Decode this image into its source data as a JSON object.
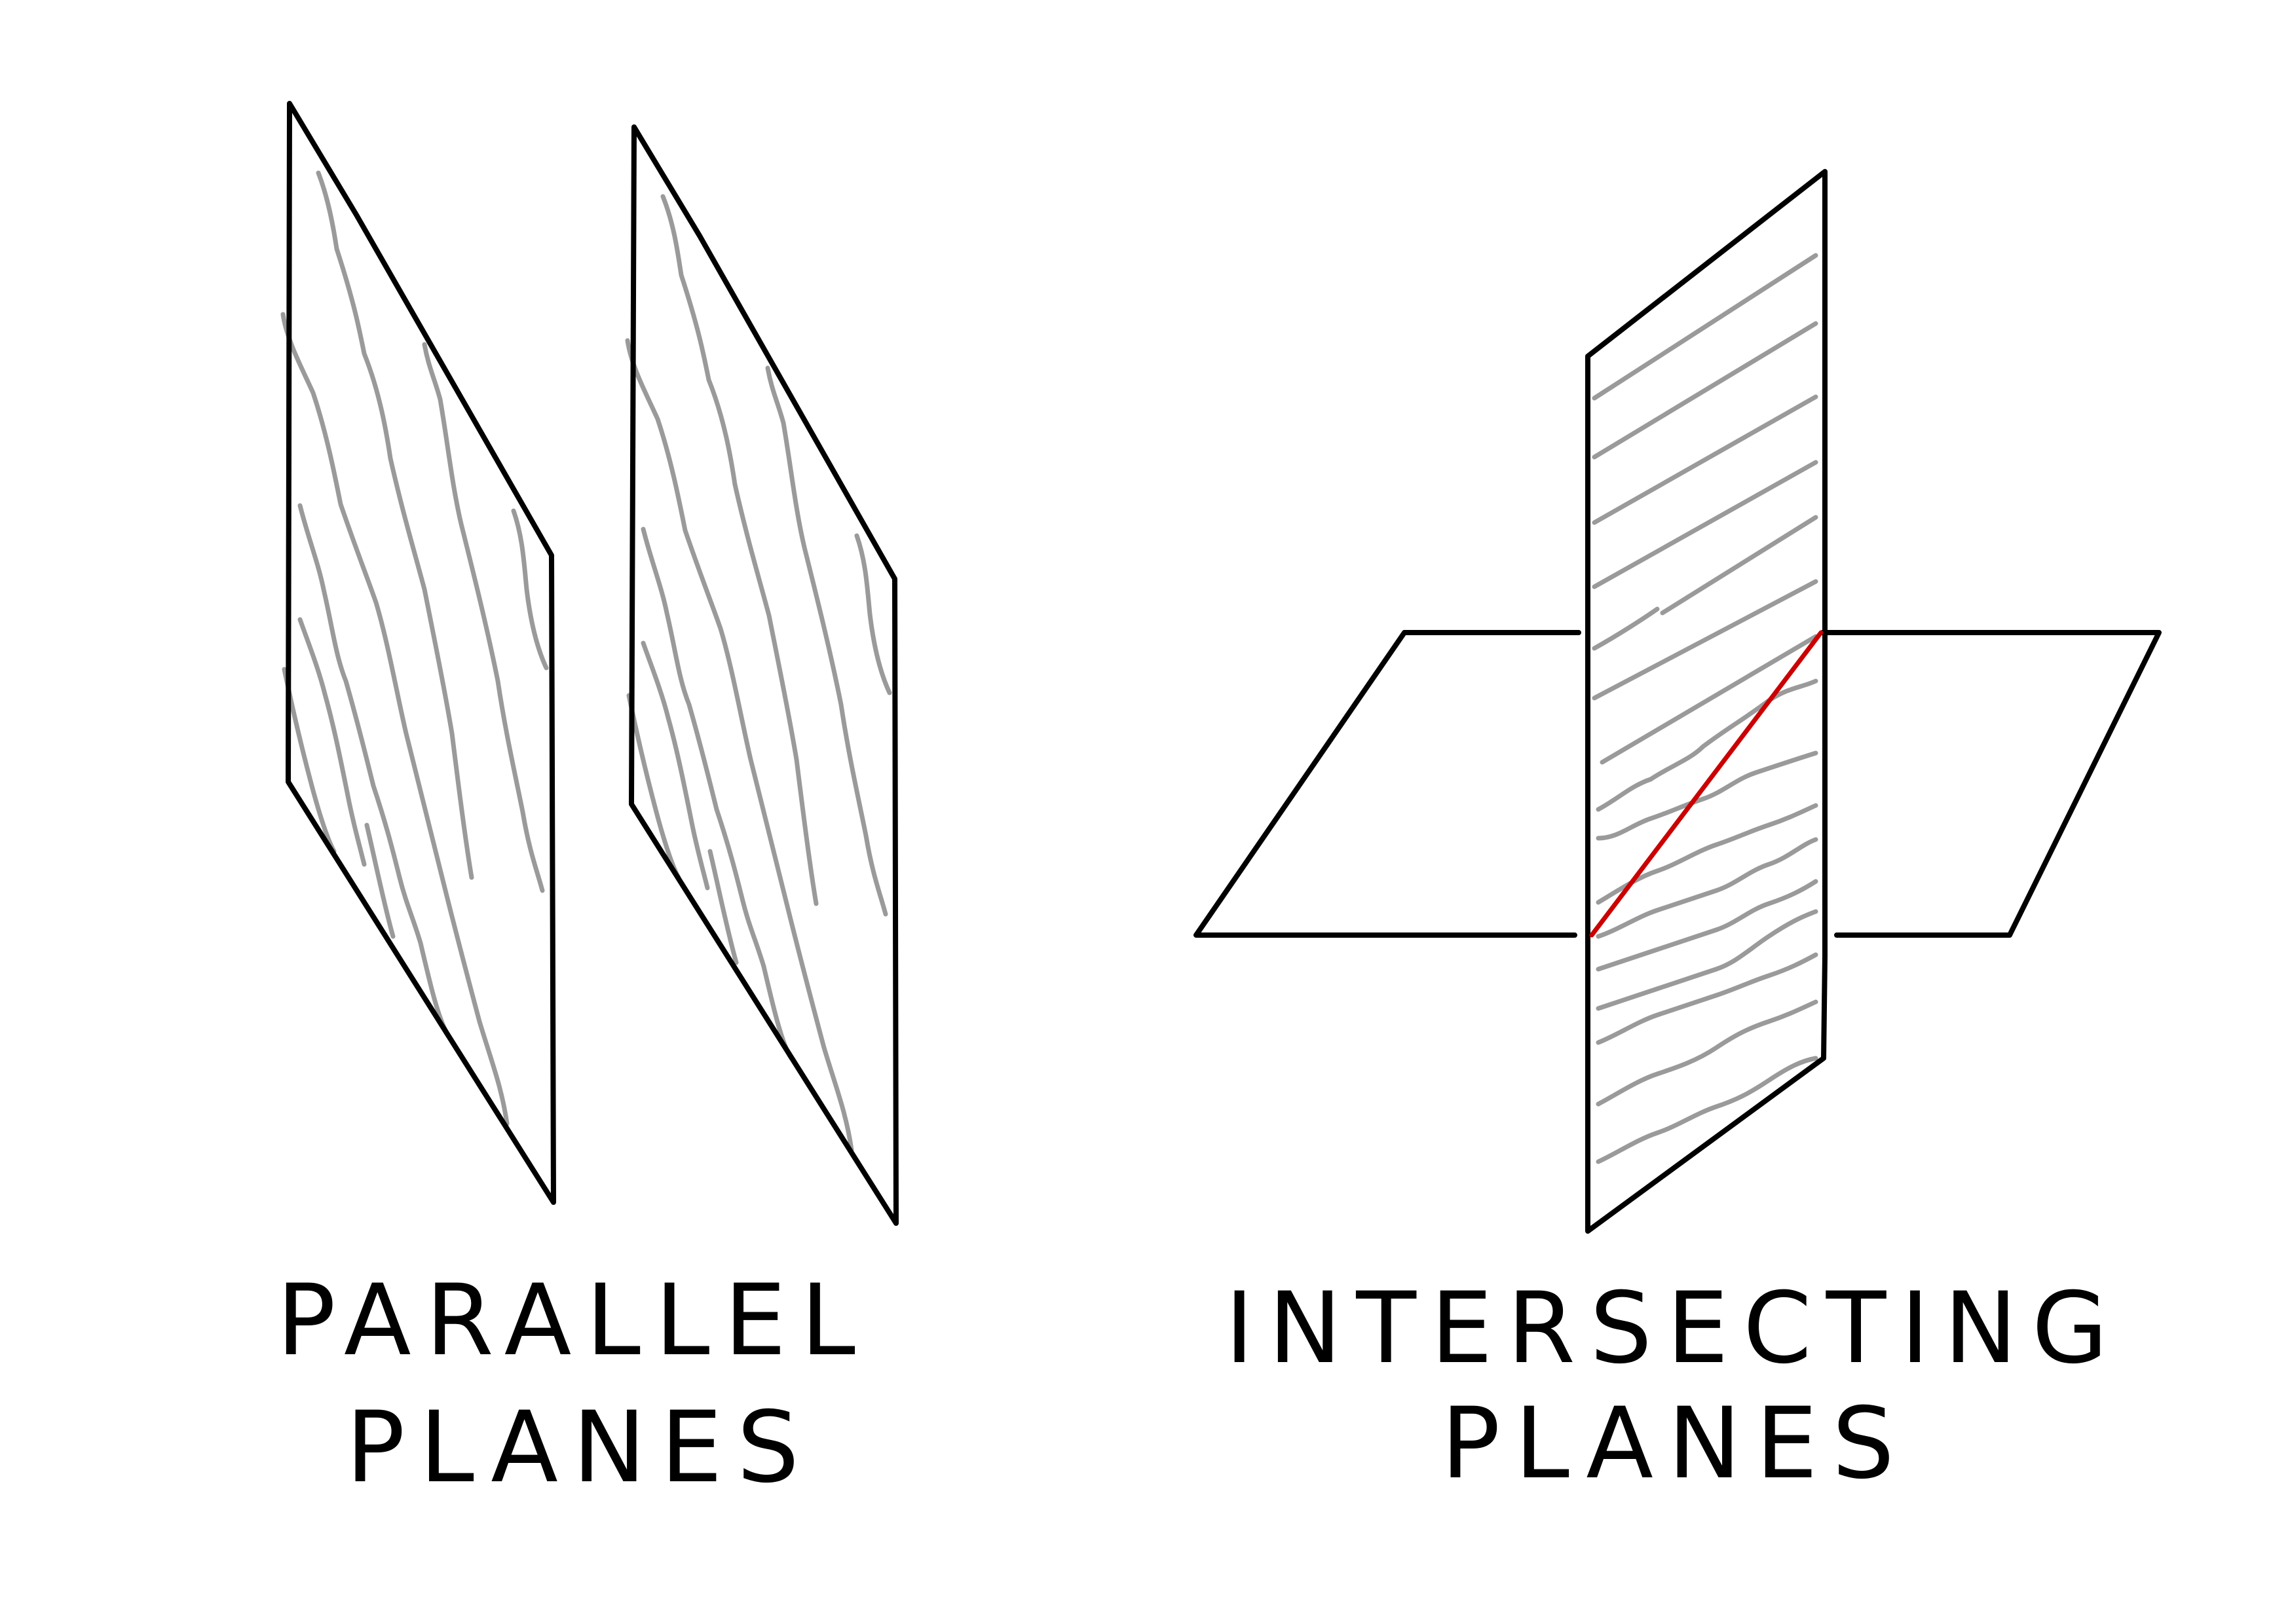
{
  "diagrams": [
    {
      "caption_line1": "PARALLEL",
      "caption_line2": "PLANES"
    },
    {
      "caption_line1": "INTERSECTING",
      "caption_line2": "PLANES"
    }
  ],
  "colors": {
    "outline": "#000000",
    "hatching": "#9a9a9a",
    "intersection_line": "#cc0000",
    "background": "#ffffff"
  }
}
